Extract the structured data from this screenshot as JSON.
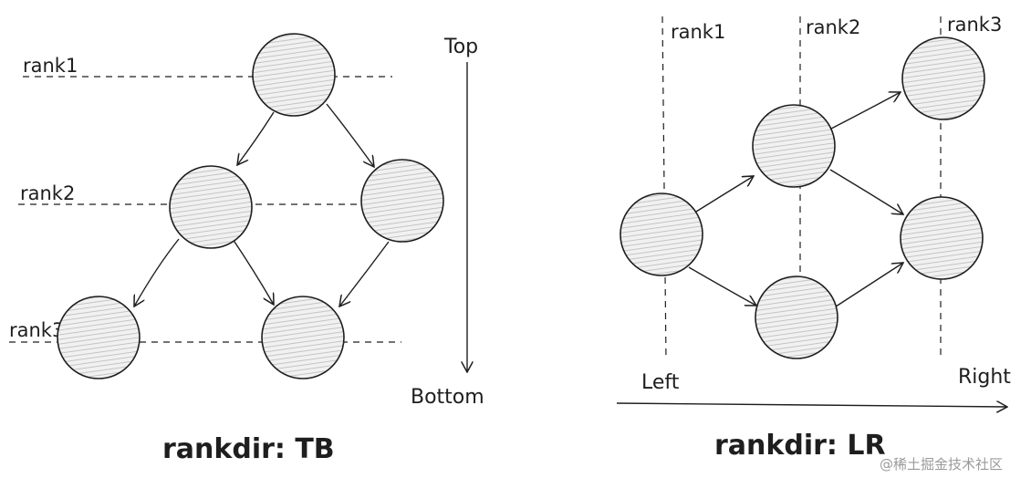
{
  "colors": {
    "ink": "#1e1e1e",
    "node_fill": "#eeeeee",
    "hatch": "#bdbdbd",
    "watermark": "#9a9a9a"
  },
  "tb_panel": {
    "caption": "rankdir: TB",
    "rank_labels": [
      "rank1",
      "rank2",
      "rank3"
    ],
    "direction_start": "Top",
    "direction_end": "Bottom",
    "nodes": [
      {
        "id": "tb1",
        "rank": 1
      },
      {
        "id": "tb2",
        "rank": 2
      },
      {
        "id": "tb3",
        "rank": 2
      },
      {
        "id": "tb4",
        "rank": 3
      },
      {
        "id": "tb5",
        "rank": 3
      }
    ],
    "edges": [
      {
        "from": "tb1",
        "to": "tb2"
      },
      {
        "from": "tb1",
        "to": "tb3"
      },
      {
        "from": "tb2",
        "to": "tb4"
      },
      {
        "from": "tb2",
        "to": "tb5"
      },
      {
        "from": "tb3",
        "to": "tb5"
      }
    ]
  },
  "lr_panel": {
    "caption": "rankdir: LR",
    "rank_labels": [
      "rank1",
      "rank2",
      "rank3"
    ],
    "direction_start": "Left",
    "direction_end": "Right",
    "nodes": [
      {
        "id": "lr1",
        "rank": 1
      },
      {
        "id": "lr2",
        "rank": 2
      },
      {
        "id": "lr3",
        "rank": 2
      },
      {
        "id": "lr4",
        "rank": 3
      },
      {
        "id": "lr5",
        "rank": 3
      }
    ],
    "edges": [
      {
        "from": "lr1",
        "to": "lr2"
      },
      {
        "from": "lr1",
        "to": "lr3"
      },
      {
        "from": "lr2",
        "to": "lr4"
      },
      {
        "from": "lr2",
        "to": "lr5"
      },
      {
        "from": "lr3",
        "to": "lr5"
      }
    ]
  },
  "watermark": "@稀土掘金技术社区"
}
